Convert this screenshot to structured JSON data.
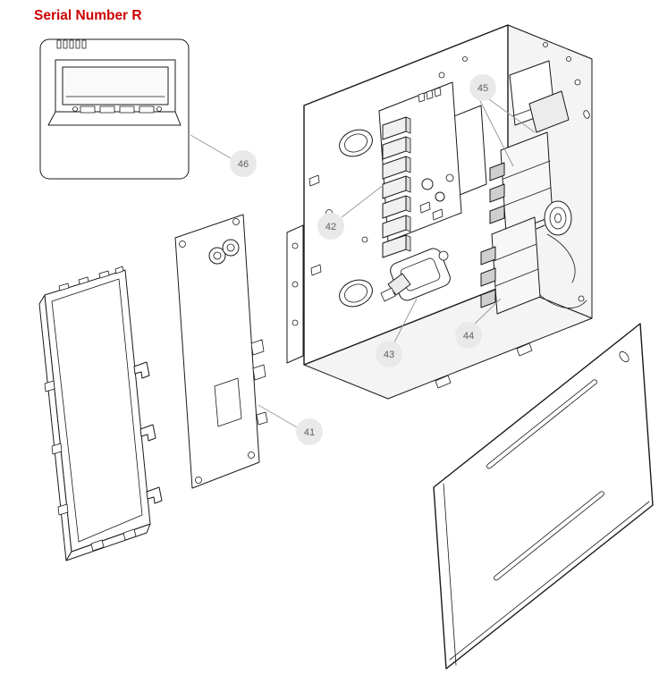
{
  "title": {
    "text": "Serial Number R",
    "color": "#cc0000"
  },
  "diagram": {
    "type": "exploded-parts-diagram",
    "callouts": [
      {
        "label": "41",
        "part": "control-circuit-board"
      },
      {
        "label": "42",
        "part": "relay-board"
      },
      {
        "label": "43",
        "part": "connector-assembly"
      },
      {
        "label": "44",
        "part": "terminal-block-lower"
      },
      {
        "label": "45",
        "part": "terminal-block-upper"
      },
      {
        "label": "46",
        "part": "display-module"
      }
    ],
    "style": {
      "callout_fill": "#e9e9e9",
      "callout_text": "#5f5f5f",
      "line_color": "#1a1a1a",
      "leader_color": "#9b9b9b",
      "background": "#ffffff"
    }
  }
}
